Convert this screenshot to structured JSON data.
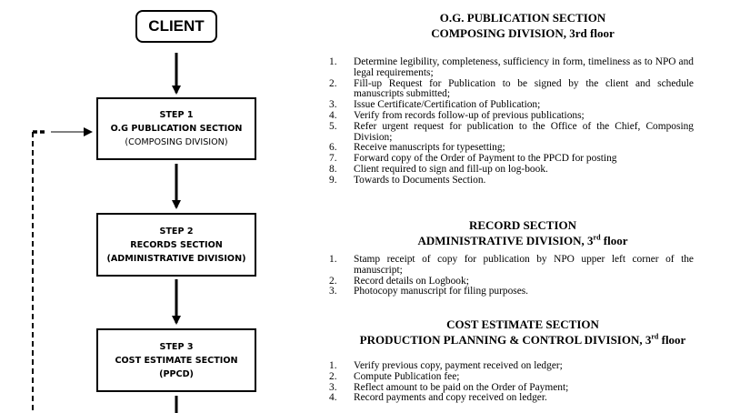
{
  "flow": {
    "client_label": "CLIENT",
    "steps": [
      {
        "title": "STEP 1",
        "lines": [
          "O.G PUBLICATION SECTION",
          "(COMPOSING DIVISION)"
        ]
      },
      {
        "title": "STEP 2",
        "lines": [
          "RECORDS SECTION",
          "(ADMINISTRATIVE DIVISION)"
        ]
      },
      {
        "title": "STEP 3",
        "lines": [
          "COST ESTIMATE  SECTION",
          "(PPCD)"
        ]
      }
    ]
  },
  "sections": [
    {
      "heading1": "O.G. PUBLICATION SECTION",
      "heading2": "COMPOSING  DIVISION,  3rd floor",
      "items": [
        "Determine legibility, completeness, sufficiency in form, timeliness as to NPO and legal requirements;",
        "Fill-up Request for Publication to be signed by the client and schedule manuscripts submitted;",
        "Issue Certificate/Certification  of Publication;",
        "Verify from records follow-up of previous publications;",
        "Refer urgent request for publication to the Office of the Chief, Composing Division;",
        "Receive manuscripts for typesetting;",
        "Forward copy of the Order of Payment to the PPCD for posting",
        "Client required to sign and fill-up on log-book.",
        "Towards to Documents Section."
      ]
    },
    {
      "heading1": "RECORD SECTION",
      "heading2_main": "ADMINISTRATIVE  DIVISION,  3",
      "heading2_sup": "rd",
      "heading2_tail": " floor",
      "items": [
        "Stamp receipt of copy for publication  by NPO upper left corner of the manuscript;",
        "Record details on Logbook;",
        "Photocopy manuscript for filing purposes."
      ]
    },
    {
      "heading1": "COST ESTIMATE SECTION",
      "heading2_main": "PRODUCTION  PLANNING  & CONTROL DIVISION,  3",
      "heading2_sup": "rd",
      "heading2_tail": " floor",
      "items": [
        "Verify previous copy, payment received on ledger;",
        "Compute Publication  fee;",
        "Reflect amount to be paid on the Order of  Payment;",
        "Record payments and copy received  on ledger."
      ]
    }
  ]
}
